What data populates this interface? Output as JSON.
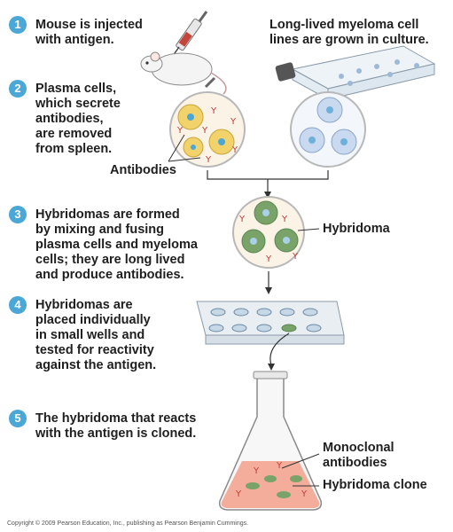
{
  "steps": [
    {
      "num": "1",
      "lines": [
        "Mouse is injected",
        "with antigen."
      ]
    },
    {
      "num": "2",
      "lines": [
        "Plasma cells,",
        "which secrete",
        "antibodies,",
        "are removed",
        "from spleen."
      ]
    },
    {
      "num": "3",
      "lines": [
        "Hybridomas are formed",
        "by mixing and fusing",
        "plasma cells and myeloma",
        "cells; they are long lived",
        "and produce antibodies."
      ]
    },
    {
      "num": "4",
      "lines": [
        "Hybridomas are",
        "placed individually",
        "in small wells and",
        "tested for reactivity",
        "against the antigen."
      ]
    },
    {
      "num": "5",
      "lines": [
        "The hybridoma that reacts",
        "with the antigen is cloned."
      ]
    }
  ],
  "labels": {
    "myeloma": [
      "Long-lived myeloma cell",
      "lines are grown in culture."
    ],
    "antibodies": "Antibodies",
    "hybridoma": "Hybridoma",
    "monoclonal": [
      "Monoclonal",
      "antibodies"
    ],
    "clone": "Hybridoma clone"
  },
  "copyright": "Copyright © 2009 Pearson Education, Inc., publishing as Pearson Benjamin Cummings.",
  "colors": {
    "badge": "#4aa7d6",
    "plasma_cell": "#f2d36b",
    "myeloma_cell": "#c9d9ef",
    "hybridoma_cell": "#7aa36a",
    "antibody": "#c23a3a",
    "flask_liquid": "#f3a48f"
  }
}
